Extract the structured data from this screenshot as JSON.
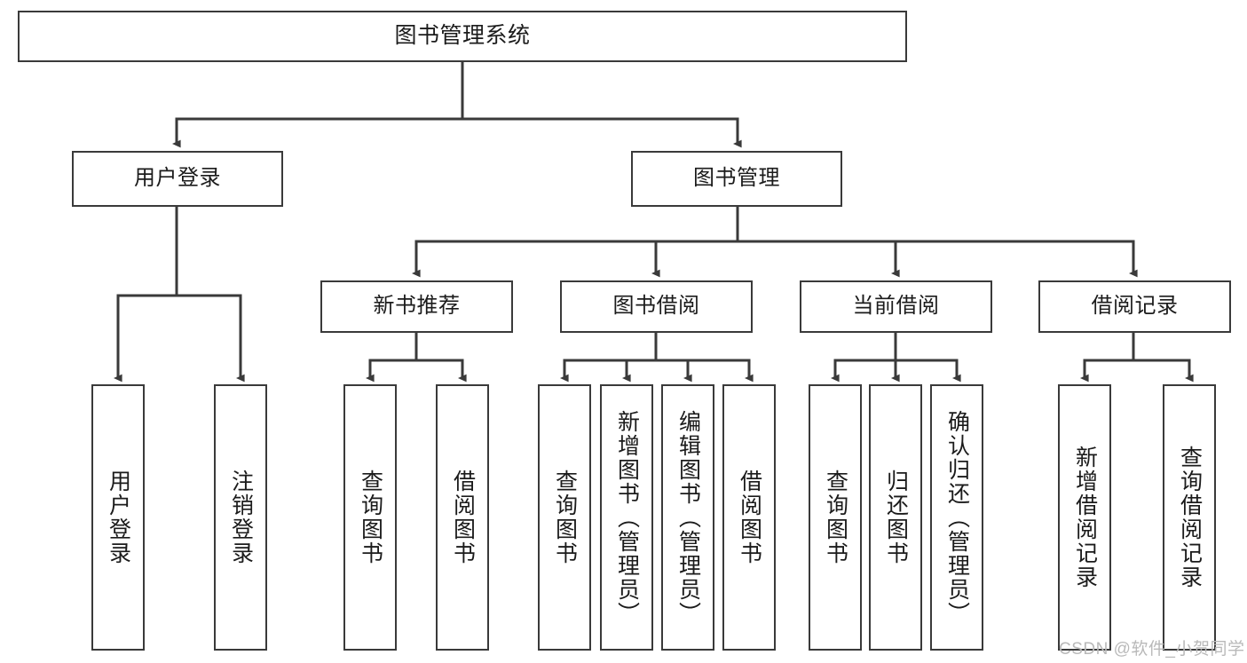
{
  "diagram": {
    "type": "tree",
    "title": "图书管理系统",
    "levels": 4,
    "nodes": {
      "root": {
        "label": "图书管理系统"
      },
      "l2": [
        {
          "id": "user-login",
          "label": "用户登录"
        },
        {
          "id": "book-management",
          "label": "图书管理"
        }
      ],
      "l3": [
        {
          "id": "new-book-recommend",
          "label": "新书推荐"
        },
        {
          "id": "book-borrow",
          "label": "图书借阅"
        },
        {
          "id": "current-borrow",
          "label": "当前借阅"
        },
        {
          "id": "borrow-record",
          "label": "借阅记录"
        }
      ],
      "leaves": {
        "user_login": [
          {
            "id": "leaf-user-login",
            "label": "用户登录"
          },
          {
            "id": "leaf-logout-login",
            "label": "注销登录"
          }
        ],
        "new_book_recommend": [
          {
            "id": "leaf-query-book-1",
            "label": "查询图书"
          },
          {
            "id": "leaf-borrow-book-1",
            "label": "借阅图书"
          }
        ],
        "book_borrow": [
          {
            "id": "leaf-query-book-2",
            "label": "查询图书"
          },
          {
            "id": "leaf-add-book",
            "label": "新增图书（管理员）"
          },
          {
            "id": "leaf-edit-book",
            "label": "编辑图书（管理员）"
          },
          {
            "id": "leaf-borrow-book-2",
            "label": "借阅图书"
          }
        ],
        "current_borrow": [
          {
            "id": "leaf-query-book-3",
            "label": "查询图书"
          },
          {
            "id": "leaf-return-book",
            "label": "归还图书"
          },
          {
            "id": "leaf-confirm-return",
            "label": "确认归还（管理员）"
          }
        ],
        "borrow_record": [
          {
            "id": "leaf-add-record",
            "label": "新增借阅记录"
          },
          {
            "id": "leaf-query-record",
            "label": "查询借阅记录"
          }
        ]
      }
    },
    "edges": [
      {
        "from": "图书管理系统",
        "to": "用户登录"
      },
      {
        "from": "图书管理系统",
        "to": "图书管理"
      },
      {
        "from": "用户登录",
        "to": "用户登录"
      },
      {
        "from": "用户登录",
        "to": "注销登录"
      },
      {
        "from": "图书管理",
        "to": "新书推荐"
      },
      {
        "from": "图书管理",
        "to": "图书借阅"
      },
      {
        "from": "图书管理",
        "to": "当前借阅"
      },
      {
        "from": "图书管理",
        "to": "借阅记录"
      },
      {
        "from": "新书推荐",
        "to": "查询图书"
      },
      {
        "from": "新书推荐",
        "to": "借阅图书"
      },
      {
        "from": "图书借阅",
        "to": "查询图书"
      },
      {
        "from": "图书借阅",
        "to": "新增图书（管理员）"
      },
      {
        "from": "图书借阅",
        "to": "编辑图书（管理员）"
      },
      {
        "from": "图书借阅",
        "to": "借阅图书"
      },
      {
        "from": "当前借阅",
        "to": "查询图书"
      },
      {
        "from": "当前借阅",
        "to": "归还图书"
      },
      {
        "from": "当前借阅",
        "to": "确认归还（管理员）"
      },
      {
        "from": "借阅记录",
        "to": "新增借阅记录"
      },
      {
        "from": "借阅记录",
        "to": "查询借阅记录"
      }
    ],
    "style": {
      "box_border_color": "#3a3a3a",
      "box_fill": "#ffffff",
      "line_color": "#3a3a3a",
      "text_color": "#1b1b1b",
      "background": "#ffffff"
    }
  },
  "watermark": {
    "text": "CSDN @软件_小贺同学",
    "color": "#b9b9b9"
  }
}
